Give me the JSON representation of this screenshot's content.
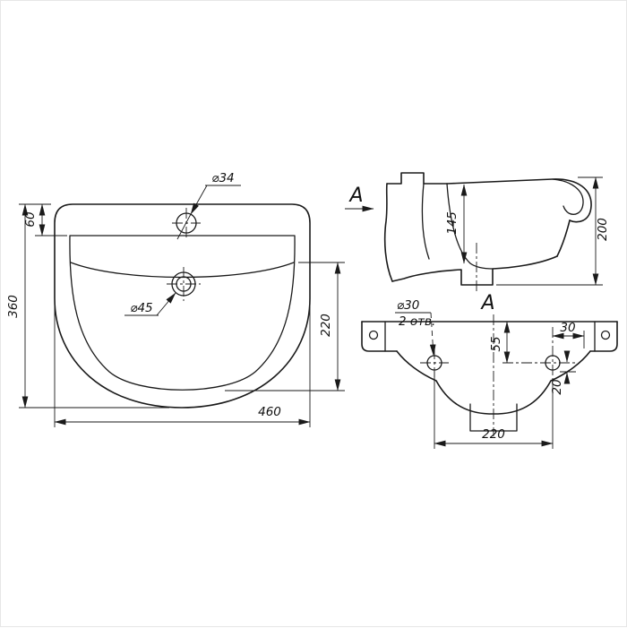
{
  "background": "#ffffff",
  "line_color": "#1a1a1a",
  "plan_view": {
    "overall_width": "460",
    "overall_depth": "360",
    "back_rim_offset": "60",
    "basin_depth_dim": "220",
    "faucet_hole_dia": "⌀34",
    "drain_hole_dia": "⌀45"
  },
  "side_view": {
    "view_direction_label": "A",
    "basin_inner_height": "145",
    "overall_height": "200"
  },
  "front_view": {
    "section_title": "A",
    "mount_hole_dia": "⌀30",
    "mount_hole_qty": "2 отв.",
    "hole_to_top": "55",
    "hole_to_edge": "30",
    "hole_to_bottom": "20",
    "hole_spacing": "220"
  }
}
